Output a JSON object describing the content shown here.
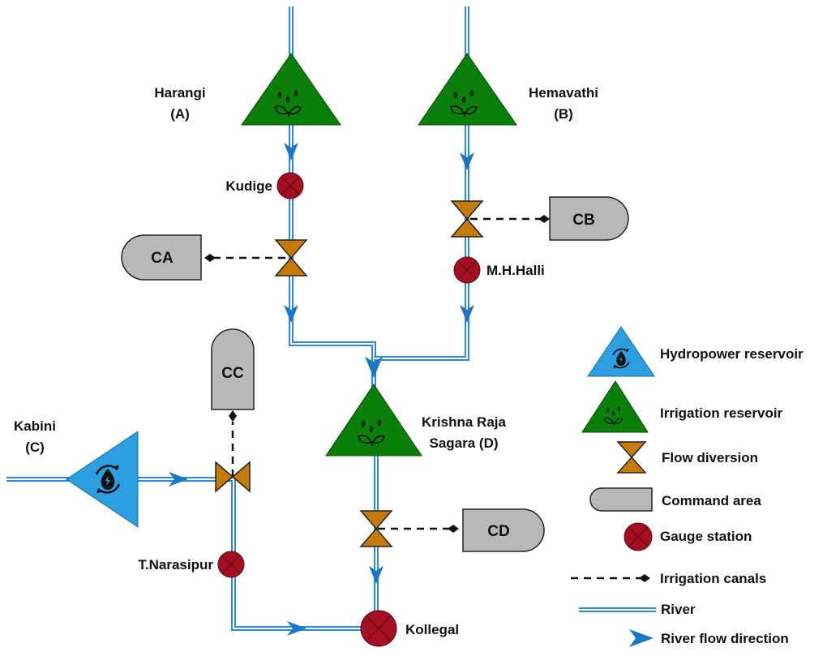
{
  "reservoirs": {
    "harangi": {
      "name": "Harangi",
      "code": "(A)",
      "type": "irrigation"
    },
    "hemavathi": {
      "name": "Hemavathi",
      "code": "(B)",
      "type": "irrigation"
    },
    "kabini": {
      "name": "Kabini",
      "code": "(C)",
      "type": "hydropower"
    },
    "krs": {
      "name_line1": "Krishna Raja",
      "name_line2": "Sagara (D)",
      "type": "irrigation"
    }
  },
  "gauge_stations": {
    "kudige": "Kudige",
    "mhhalli": "M.H.Halli",
    "tnarasipur": "T.Narasipur",
    "kollegal": "Kollegal"
  },
  "command_areas": {
    "ca": "CA",
    "cb": "CB",
    "cc": "CC",
    "cd": "CD"
  },
  "legend": {
    "hydropower_reservoir": "Hydropower reservoir",
    "irrigation_reservoir": "Irrigation reservoir",
    "flow_diversion": "Flow diversion",
    "command_area": "Command area",
    "gauge_station": "Gauge station",
    "irrigation_canals": "Irrigation canals",
    "river": "River",
    "river_flow_direction": "River flow direction"
  },
  "colors": {
    "river": "#2a8ae0",
    "arrow": "#1a78c2",
    "irrigation_reservoir": "#0a7f0a",
    "hydropower_reservoir": "#2c9fe0",
    "flow_diversion": "#c67a0a",
    "gauge_station": "#a50f22",
    "command_area": "#b8b8b8"
  }
}
